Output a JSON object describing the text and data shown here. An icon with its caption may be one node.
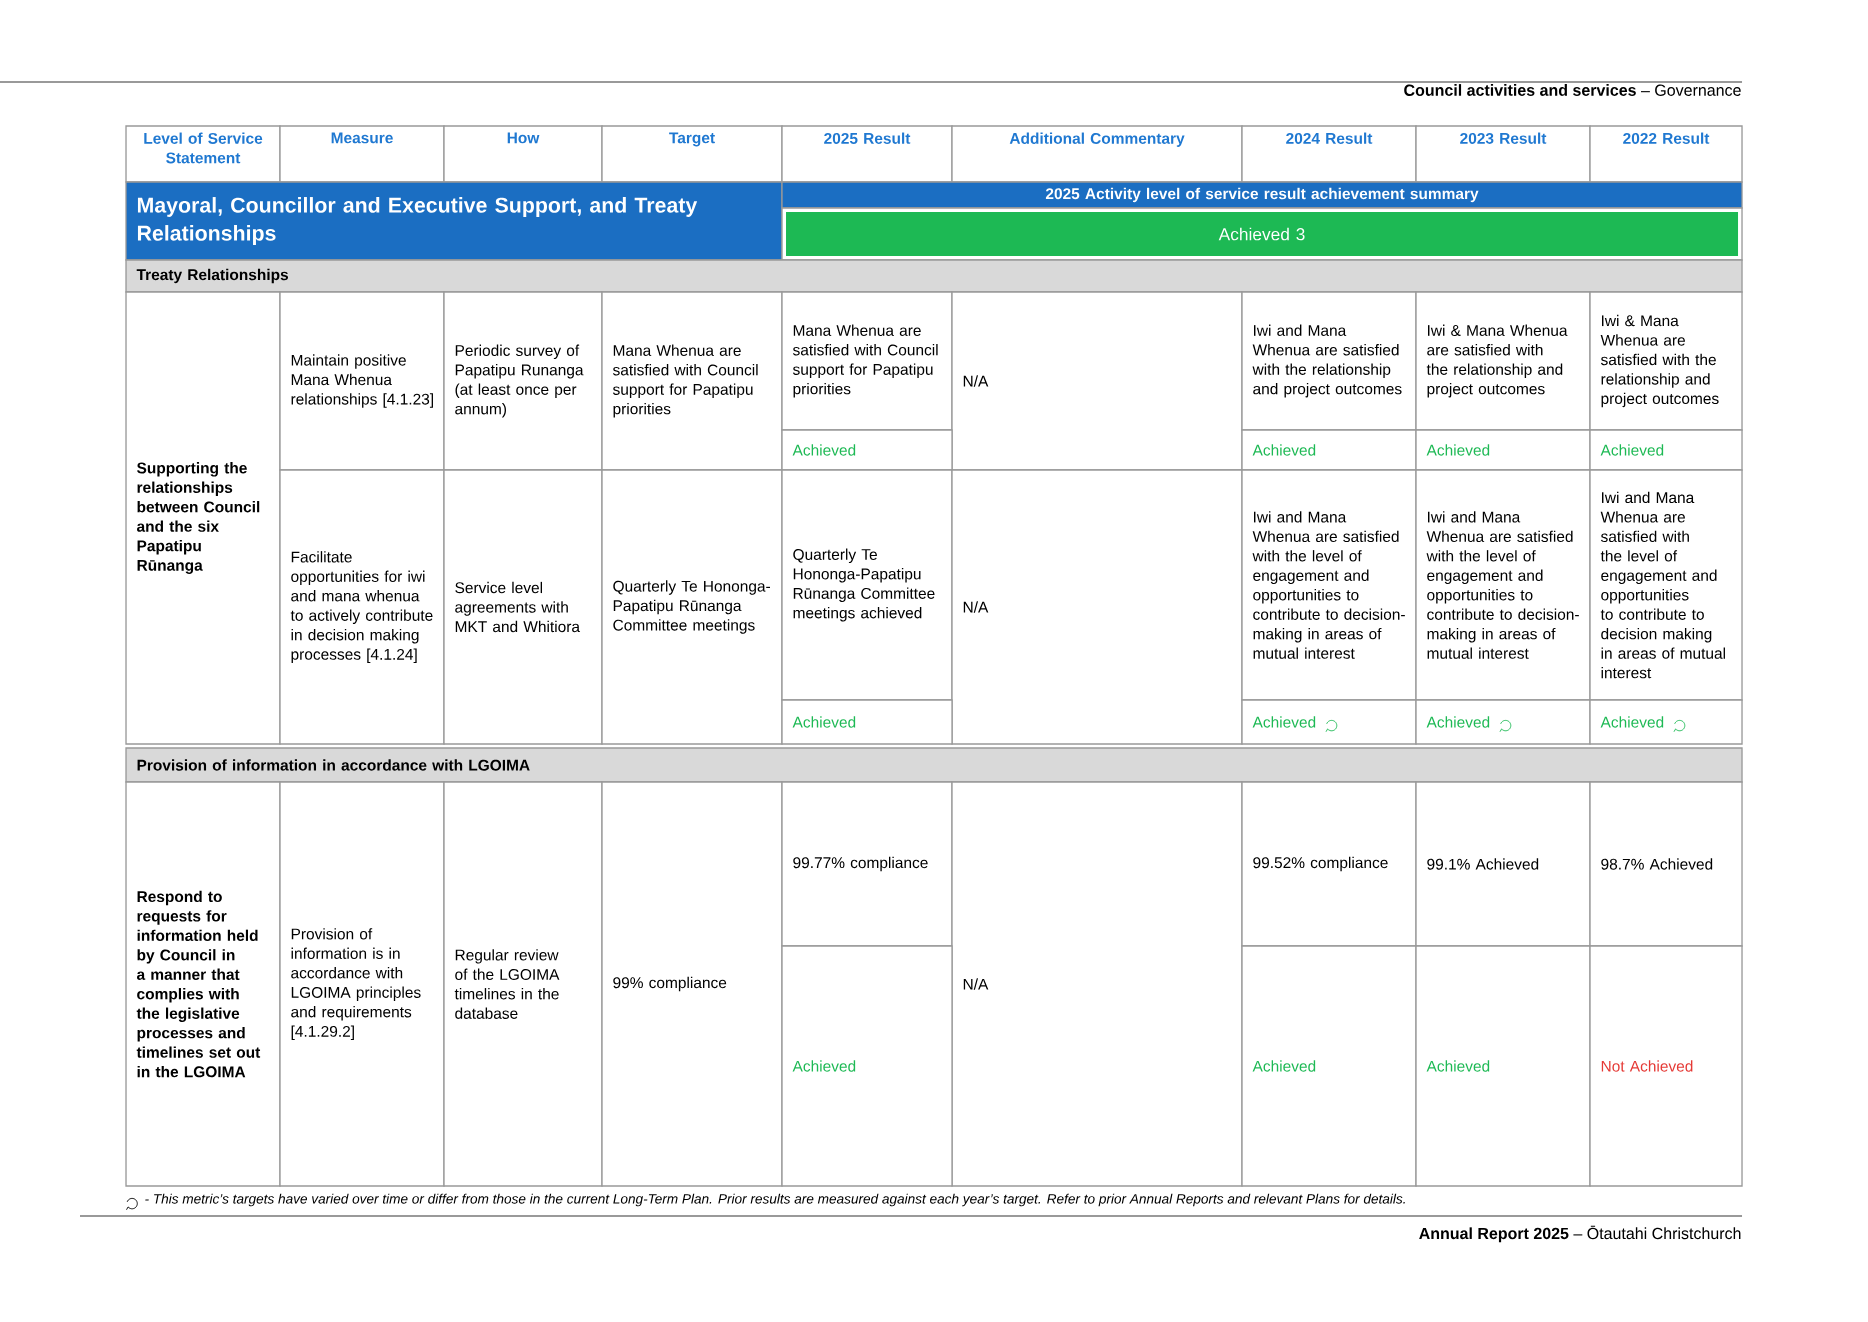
{
  "diagram": {
    "labels": [
      "**Council activities and services** – Governance",
      "Level of Service Statement",
      "Measure",
      "How",
      "Target",
      "2025 Result",
      "Additional Commentary",
      "2024 Result",
      "2023 Result",
      "2022 Result",
      "Mayoral, Councillor and Executive Support, and Treaty Relationships",
      "2025 Activity level of service result achievement summary",
      "Achieved 3",
      "Treaty Relationships",
      "Supporting the relationships between Council and the six Papatipu Rūnanga",
      "Maintain positive Mana Whenua relationships [4.1.23]",
      "Periodic survey of Papatipu Runanga (at least once per annum)",
      "Mana Whenua are satisfied with Council support for Papatipu priorities",
      "Mana Whenua are satisfied with Council support for Papatipu priorities",
      "N/A",
      "Iwi and Mana Whenua are satisfied with the relationship and project outcomes",
      "Iwi & Mana Whenua are satisfied with the relationship and project outcomes",
      "Iwi & Mana Whenua are satisfied with the relationship and project outcomes",
      "Achieved",
      "Achieved",
      "Achieved",
      "Achieved",
      "Facilitate opportunities for iwi and mana whenua to actively contribute in decision making processes [4.1.24]",
      "Service level agreements with MKT and Whitiora",
      "Quarterly Te Hononga-Papatipu Rūnanga Committee meetings",
      "Quarterly Te Hononga-Papatipu Rūnanga Committee meetings achieved",
      "N/A",
      "Iwi and Mana Whenua are satisfied with the level of engagement and opportunities to contribute to decision-making in areas of mutual interest",
      "Iwi and Mana Whenua are satisfied with the level of engagement and opportunities to contribute to decision-making in areas of mutual interest",
      "Iwi and Mana Whenua are satisfied with the level of engagement and opportunities to contribute to decision making in areas of mutual interest",
      "Achieved",
      "Achieved",
      "Achieved",
      "Achieved",
      "Provision of information in accordance with LGOIMA",
      "Respond to requests for information held by Council in a manner that complies with the legislative processes and timelines set out in the LGOIMA",
      "Provision of information is in accordance with LGOIMA principles and requirements [4.1.29.2]",
      "Regular review of the LGOIMA timelines in the database",
      "99% compliance",
      "99.77% compliance",
      "N/A",
      "99.52% compliance",
      "99.1% Achieved",
      "98.7% Achieved",
      "Achieved",
      "Achieved",
      "Achieved",
      "Not Achieved",
      "- This metric’s targets have varied over time or differ from those in the current Long-Term Plan. Prior results are measured against each year’s target. Refer to prior Annual Reports and relevant Plans for details.",
      "**Annual Report 2025** – Ōtautahi Christchurch"
    ]
  }
}
